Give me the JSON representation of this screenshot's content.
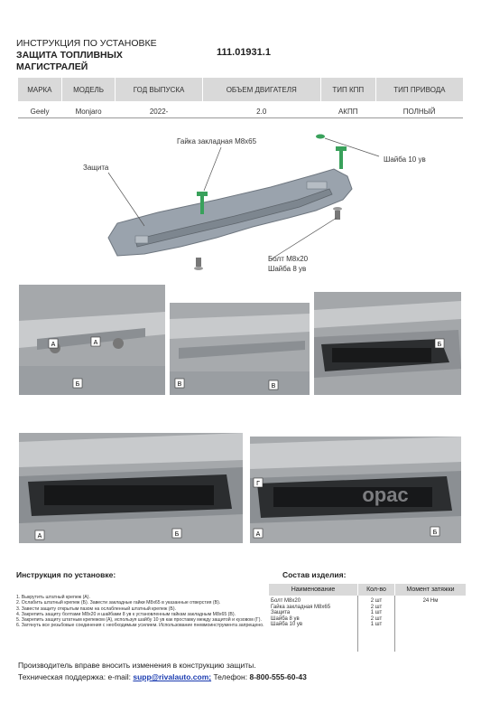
{
  "header": {
    "title_line1": "ИНСТРУКЦИЯ ПО УСТАНОВКЕ",
    "title_line2": "ЗАЩИТА ТОПЛИВНЫХ",
    "title_line3": "МАГИСТРАЛЕЙ",
    "article": "111.01931.1"
  },
  "spec_table": {
    "headers": [
      "МАРКА",
      "МОДЕЛЬ",
      "ГОД ВЫПУСКА",
      "ОБЪЕМ ДВИГАТЕЛЯ",
      "ТИП КПП",
      "ТИП ПРИВОДА"
    ],
    "values": [
      "Geely",
      "Monjaro",
      "2022-",
      "2.0",
      "АКПП",
      "ПОЛНЫЙ"
    ]
  },
  "diagram": {
    "label_guard": "Защита",
    "label_nut": "Гайка закладная M8x65",
    "label_washer10": "Шайба 10 ув",
    "label_bolt": "Болт M8x20",
    "label_washer8": "Шайба 8 ув"
  },
  "photos": {
    "mark_a": "A",
    "mark_b": "Б",
    "mark_v": "В",
    "mark_g": "Г",
    "watermark": "opac"
  },
  "instructions": {
    "heading": "Инструкция по установке:",
    "steps": [
      "1. Выкрутить штатный крепеж (А).",
      "2. Ослабить штатный крепеж (Б). Завести закладные гайки M8x65 в указанные отверстия (В).",
      "3. Завести защиту открытым пазом на ослабленный штатный крепеж (Б).",
      "4. Закрепить защиту болтами M8x20 и шайбами 8 ув к установленным гайкам закладным M8x65 (В).",
      "5. Закрепить защиту штатным крепежом (А), используя шайбу 10 ув как проставку между защитой и кузовом (Г).",
      "6. Затянуть все резьбовые соединения с необходимым усилием. Использование пневмоинструмента запрещено."
    ]
  },
  "parts": {
    "heading": "Состав изделия:",
    "col_name": "Наименование",
    "col_qty": "Кол-во",
    "col_torque": "Момент затяжки",
    "names": [
      "Болт M8x20",
      "Гайка закладная M8x65",
      "Защита",
      "Шайба 8 ув",
      "Шайба 10 ув"
    ],
    "qty": [
      "2 шт",
      "2 шт",
      "1 шт",
      "2 шт",
      "1 шт"
    ],
    "torque": "24 Нм"
  },
  "footer": {
    "line1": "Производитель вправе вносить изменения в конструкцию защиты.",
    "support_prefix": "Техническая поддержка:  e-mail:",
    "email": "supp@rivalauto.com;",
    "phone_label": "Телефон:",
    "phone": "8-800-555-60-43"
  }
}
